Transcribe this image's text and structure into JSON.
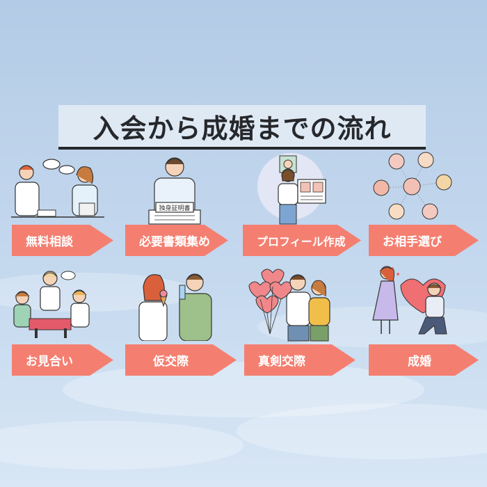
{
  "title": "入会から成婚までの流れ",
  "id_card_label": "独身証明書",
  "steps": [
    {
      "label": "無料相談"
    },
    {
      "label": "必要書類集め"
    },
    {
      "label": "プロフィール作成"
    },
    {
      "label": "お相手選び"
    },
    {
      "label": "お見合い"
    },
    {
      "label": "仮交際"
    },
    {
      "label": "真剣交際"
    },
    {
      "label": "成婚"
    }
  ],
  "colors": {
    "arrow": "#f47f71",
    "arrow_text": "#ffffff",
    "title_text": "#26282c",
    "title_bg": "#dfe9f4",
    "heart": "#ef6f72"
  }
}
